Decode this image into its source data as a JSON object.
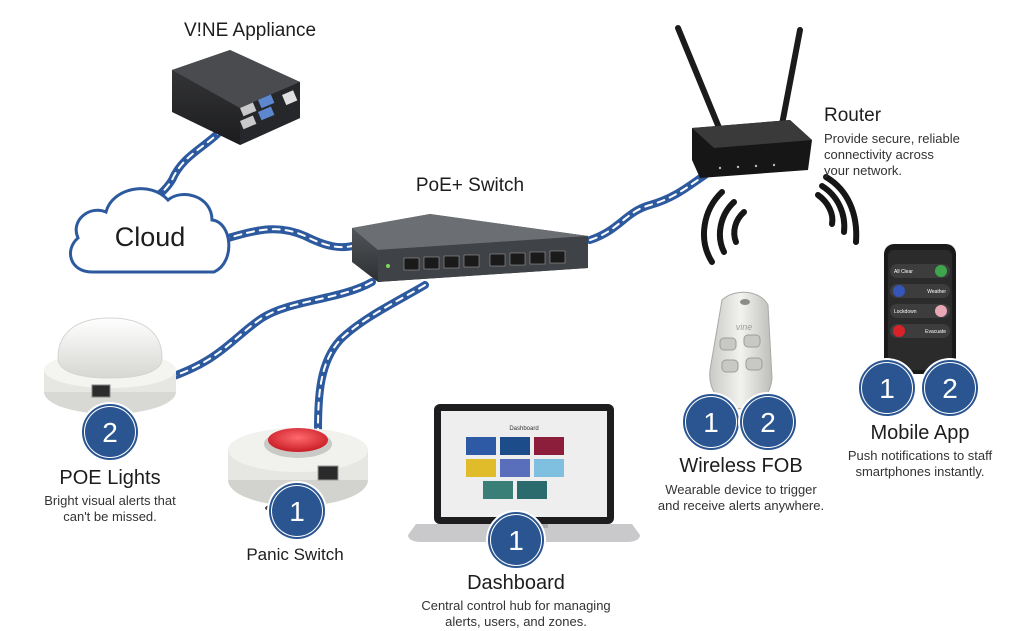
{
  "nodes": {
    "vine": {
      "title": "V!NE Appliance"
    },
    "cloud": {
      "title": "Cloud"
    },
    "switch": {
      "title": "PoE+ Switch"
    },
    "router": {
      "title": "Router",
      "desc": [
        "Provide secure, reliable",
        "connectivity across",
        "your network."
      ]
    },
    "poe_lights": {
      "title": "POE Lights",
      "desc": [
        "Bright visual alerts that",
        "can't be missed."
      ],
      "badges": [
        "2"
      ]
    },
    "panic": {
      "title": "Panic Switch",
      "badges": [
        "1"
      ]
    },
    "dashboard": {
      "title": "Dashboard",
      "desc": [
        "Central control hub for managing",
        "alerts, users, and zones."
      ],
      "badges": [
        "1"
      ],
      "screen_title": "Dashboard"
    },
    "fob": {
      "title": "Wireless FOB",
      "desc": [
        "Wearable device to trigger",
        "and receive alerts anywhere."
      ],
      "badges": [
        "1",
        "2"
      ]
    },
    "mobile": {
      "title": "Mobile App",
      "desc": [
        "Push notifications to staff",
        "smartphones instantly."
      ],
      "badges": [
        "1",
        "2"
      ],
      "screen_items": [
        "All Clear",
        "Weather",
        "Lockdown",
        "Evacuate"
      ]
    }
  },
  "colors": {
    "cable": "#2d5a9e",
    "badge": "#2a5591",
    "panic_button": "#e8343c"
  }
}
